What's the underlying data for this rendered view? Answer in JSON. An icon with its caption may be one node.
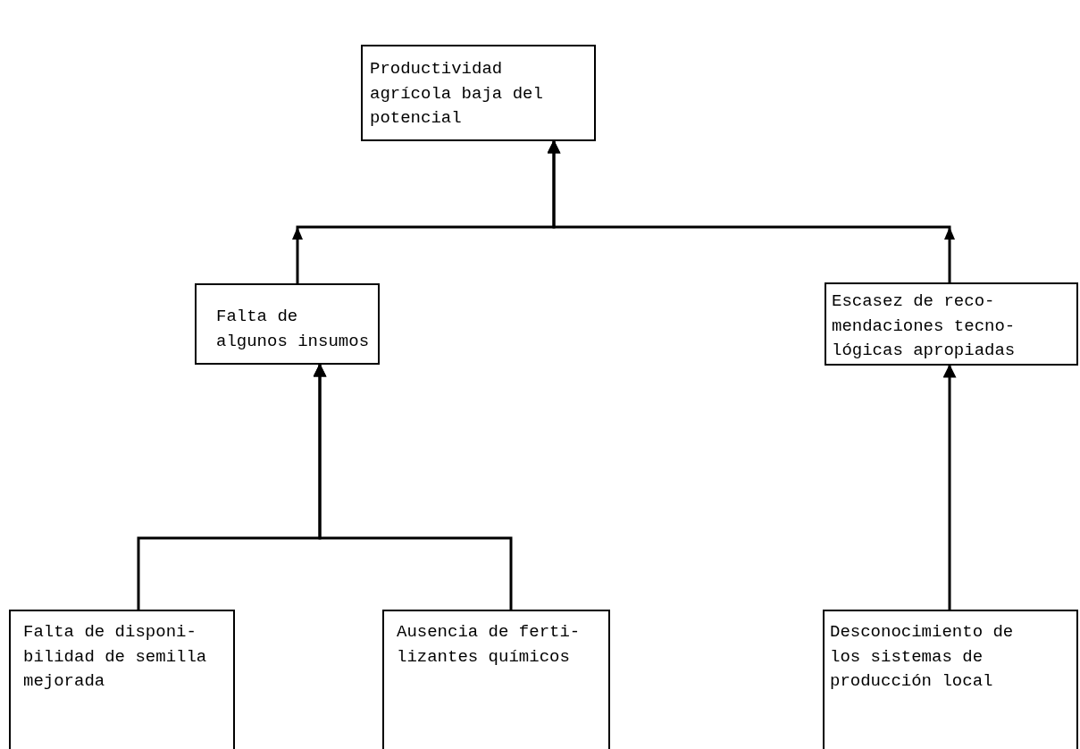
{
  "diagram": {
    "nodes": [
      {
        "text": [
          "Productividad agrícola baja del potencial"
        ]
      },
      {
        "text": [
          "Falta de algunos insumos"
        ]
      },
      {
        "text": [
          "Escasez de reco- mendaciones tecno- lógicas apropiadas"
        ]
      },
      {
        "text": [
          "Falta de disponi- bilidad de semilla mejorada"
        ]
      },
      {
        "text": [
          "Ausencia de ferti- lizantes químicos"
        ]
      },
      {
        "text": [
          "Desconocimiento de los sistemas de producción local"
        ]
      }
    ],
    "edges": [
      {
        "from": 1,
        "to": 0,
        "arrow": "to"
      },
      {
        "from": 2,
        "to": 0,
        "arrow": "to"
      },
      {
        "from": 3,
        "to": 1,
        "arrow": "to"
      },
      {
        "from": 4,
        "to": 1,
        "arrow": "to"
      },
      {
        "from": 5,
        "to": 2,
        "arrow": "to"
      }
    ]
  }
}
